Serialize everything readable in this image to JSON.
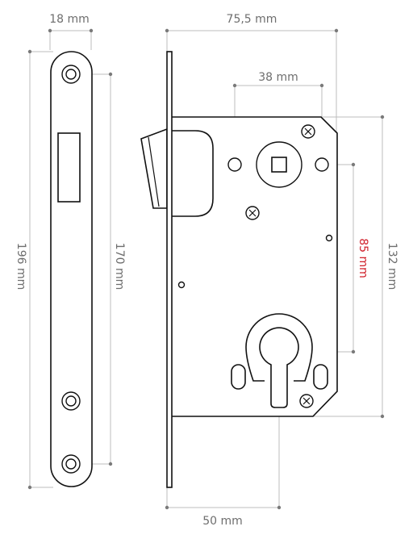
{
  "dimensions": {
    "faceplate_width": {
      "label": "18 mm"
    },
    "faceplate_height": {
      "label": "196 mm"
    },
    "screw_spacing": {
      "label": "170 mm"
    },
    "total_depth": {
      "label": "75,5 mm"
    },
    "spindle_holes_spacing": {
      "label": "38 mm"
    },
    "spindle_to_cylinder": {
      "label": "85 mm",
      "color": "#d0202a"
    },
    "body_height": {
      "label": "132 mm"
    },
    "backset": {
      "label": "50 mm"
    }
  },
  "colors": {
    "dimension_text": "#6e6e6e",
    "dimension_line": "#bdbdbd",
    "accent": "#d0202a",
    "outline": "#111111"
  }
}
